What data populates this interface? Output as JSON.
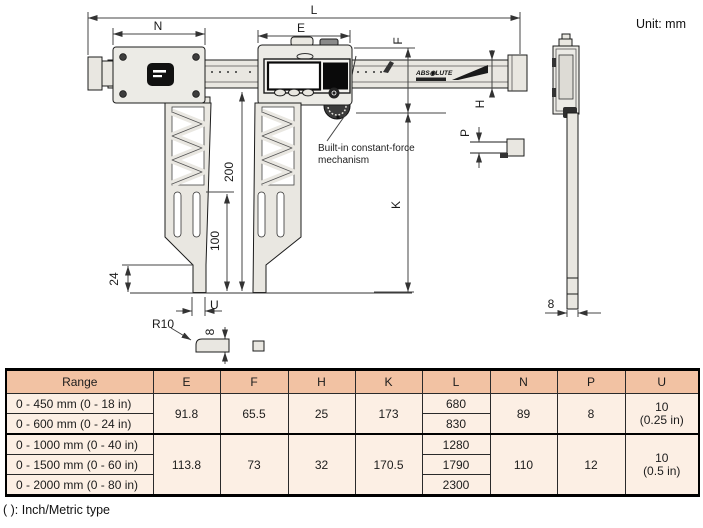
{
  "unit_label": "Unit: mm",
  "annotation": {
    "line1": "Built-in constant-force",
    "line2": "mechanism"
  },
  "drawing": {
    "brand_logo": "ABS◉LUTE",
    "dims": {
      "L": "L",
      "N": "N",
      "E": "E",
      "F": "F",
      "H": "H",
      "K": "K",
      "P": "P",
      "U": "U",
      "d200": "200",
      "d100": "100",
      "d24": "24",
      "r10": "R10",
      "d8_tip": "8",
      "d8_side": "8"
    }
  },
  "table": {
    "headers": [
      "Range",
      "E",
      "F",
      "H",
      "K",
      "L",
      "N",
      "P",
      "U"
    ],
    "rows": [
      {
        "range": "0 - 450 mm (0 - 18 in)",
        "L": "680"
      },
      {
        "range": "0 - 600 mm (0 - 24 in)",
        "L": "830"
      },
      {
        "range": "0 - 1000 mm (0 - 40 in)",
        "L": "1280"
      },
      {
        "range": "0 - 1500 mm (0 - 60 in)",
        "L": "1790"
      },
      {
        "range": "0 - 2000 mm (0 - 80 in)",
        "L": "2300"
      }
    ],
    "merged": {
      "g1": {
        "E": "91.8",
        "F": "65.5",
        "H": "25",
        "K": "173",
        "N": "89",
        "P": "8",
        "U1": "10",
        "U2": "(0.25 in)"
      },
      "g2": {
        "E": "113.8",
        "F": "73",
        "H": "32",
        "K": "170.5",
        "N": "110",
        "P": "12",
        "U1": "10",
        "U2": "(0.5 in)"
      }
    }
  },
  "footnote": "( ): Inch/Metric type"
}
